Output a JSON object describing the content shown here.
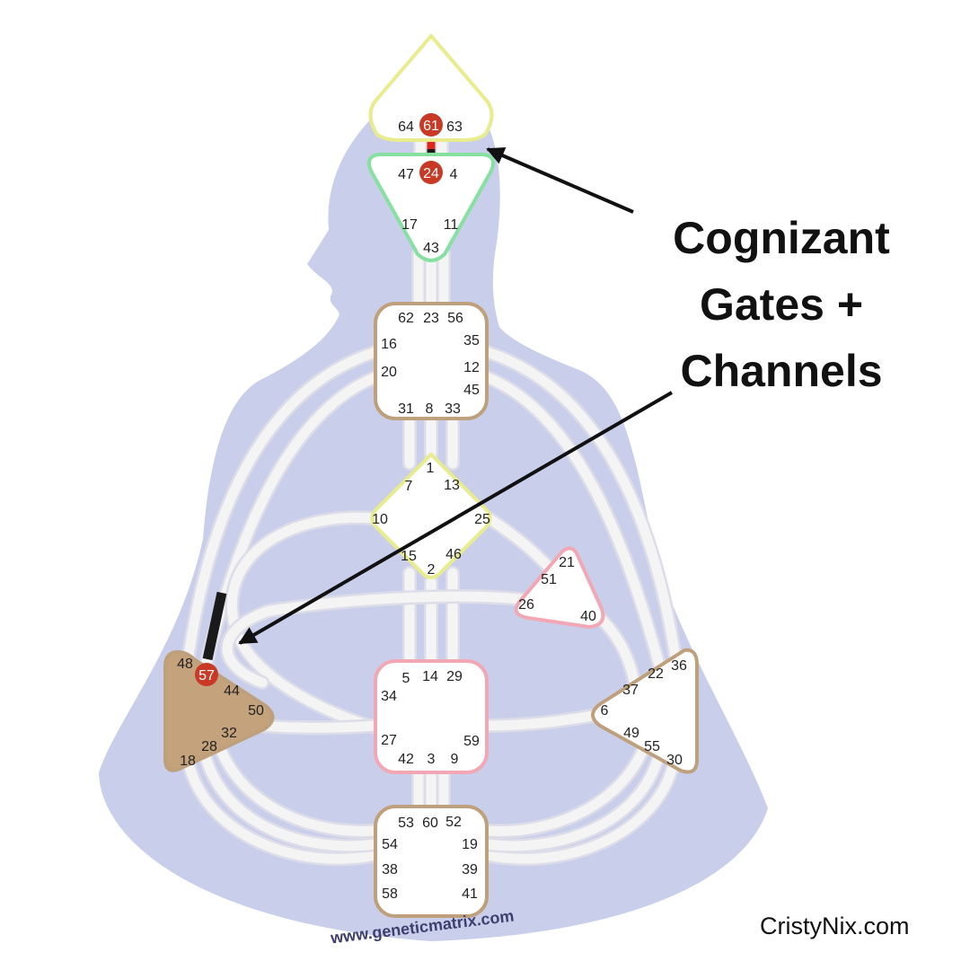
{
  "caption": {
    "line1": "Cognizant",
    "line2": "Gates +",
    "line3": "Channels"
  },
  "watermark": "www.geneticmatrix.com",
  "credit": "CristyNix.com",
  "colors": {
    "body": "#c9cfeb",
    "channel": "#f4f4f4",
    "defined_center": "#c4a27c",
    "active_gate": "#c83a26",
    "active_channel": "#1a1a1a",
    "active_channel_red": "#e0261c",
    "arrow": "#111111"
  },
  "centers": [
    {
      "name": "head",
      "border": "#e8ec8c",
      "defined": false,
      "gates": [
        {
          "n": "64"
        },
        {
          "n": "61",
          "active": true
        },
        {
          "n": "63"
        }
      ]
    },
    {
      "name": "ajna",
      "border": "#86e0a0",
      "defined": false,
      "gates": [
        {
          "n": "47"
        },
        {
          "n": "24",
          "active": true
        },
        {
          "n": "4"
        },
        {
          "n": "17"
        },
        {
          "n": "11"
        },
        {
          "n": "43"
        }
      ]
    },
    {
      "name": "throat",
      "border": "#bfa07c",
      "defined": false,
      "gates": [
        {
          "n": "62"
        },
        {
          "n": "23"
        },
        {
          "n": "56"
        },
        {
          "n": "16"
        },
        {
          "n": "35"
        },
        {
          "n": "20"
        },
        {
          "n": "12"
        },
        {
          "n": "45"
        },
        {
          "n": "31"
        },
        {
          "n": "8"
        },
        {
          "n": "33"
        }
      ]
    },
    {
      "name": "g-center",
      "border": "#e8ec8c",
      "defined": false,
      "gates": [
        {
          "n": "1"
        },
        {
          "n": "7"
        },
        {
          "n": "13"
        },
        {
          "n": "10"
        },
        {
          "n": "25"
        },
        {
          "n": "15"
        },
        {
          "n": "46"
        },
        {
          "n": "2"
        }
      ]
    },
    {
      "name": "heart",
      "border": "#f2a8b4",
      "defined": false,
      "gates": [
        {
          "n": "21"
        },
        {
          "n": "51"
        },
        {
          "n": "26"
        },
        {
          "n": "40"
        }
      ]
    },
    {
      "name": "spleen",
      "border": "#bfa07c",
      "defined": true,
      "gates": [
        {
          "n": "48"
        },
        {
          "n": "57",
          "active": true
        },
        {
          "n": "44"
        },
        {
          "n": "50"
        },
        {
          "n": "32"
        },
        {
          "n": "28"
        },
        {
          "n": "18"
        }
      ]
    },
    {
      "name": "sacral",
      "border": "#f2a8b4",
      "defined": false,
      "gates": [
        {
          "n": "5"
        },
        {
          "n": "14"
        },
        {
          "n": "29"
        },
        {
          "n": "34"
        },
        {
          "n": "27"
        },
        {
          "n": "59"
        },
        {
          "n": "42"
        },
        {
          "n": "3"
        },
        {
          "n": "9"
        }
      ]
    },
    {
      "name": "solar-plexus",
      "border": "#bfa07c",
      "defined": false,
      "gates": [
        {
          "n": "36"
        },
        {
          "n": "22"
        },
        {
          "n": "37"
        },
        {
          "n": "6"
        },
        {
          "n": "49"
        },
        {
          "n": "55"
        },
        {
          "n": "30"
        }
      ]
    },
    {
      "name": "root",
      "border": "#bfa07c",
      "defined": false,
      "gates": [
        {
          "n": "53"
        },
        {
          "n": "60"
        },
        {
          "n": "52"
        },
        {
          "n": "54"
        },
        {
          "n": "19"
        },
        {
          "n": "38"
        },
        {
          "n": "39"
        },
        {
          "n": "58"
        },
        {
          "n": "41"
        }
      ]
    }
  ]
}
